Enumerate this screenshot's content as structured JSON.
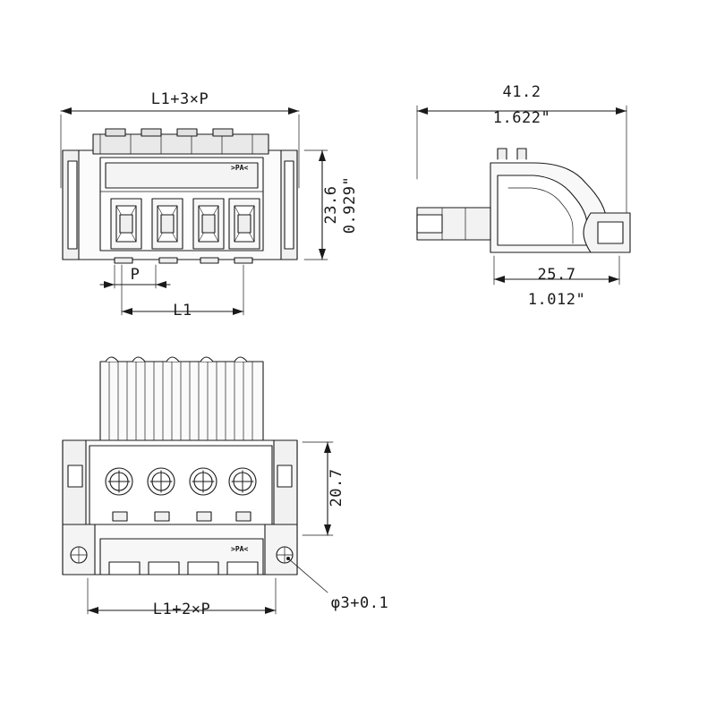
{
  "drawing": {
    "title": "pluggable connector technical drawing",
    "views": [
      {
        "name": "top-view",
        "id": "view-top-left"
      },
      {
        "name": "side-view",
        "id": "view-side-right"
      },
      {
        "name": "front-view",
        "id": "view-front-bottom"
      }
    ],
    "material_marks": [
      {
        "id": "pa-mark-top",
        "text": ">PA<"
      },
      {
        "id": "pa-mark-front",
        "text": ">PA<"
      }
    ],
    "dimensions": {
      "top_overall": "L1+3×P",
      "top_height_mm": "23.6",
      "top_height_in": "0.929\"",
      "pitch": "P",
      "inner_length": "L1",
      "side_width_mm": "41.2",
      "side_width_in": "1.622\"",
      "side_depth_mm": "25.7",
      "side_depth_in": "1.012\"",
      "front_height_mm": "20.7",
      "front_overall": "L1+2×P",
      "hole_diameter": "φ3+0.1"
    },
    "colors": {
      "line": "#1a1a1a",
      "fill_light": "#f2f2f2",
      "fill_mid": "#d9d9d9",
      "background": "#ffffff"
    }
  }
}
